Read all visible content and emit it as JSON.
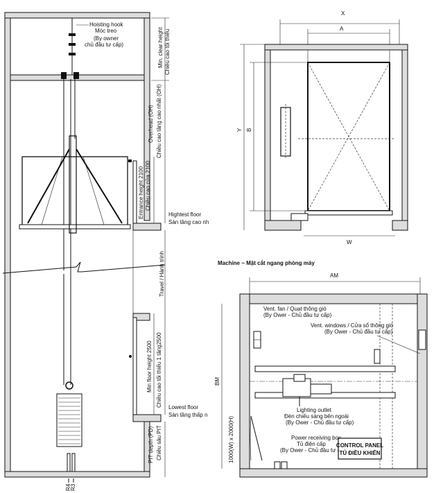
{
  "shaft_section": {
    "hoisting_hook_en": "Hoisting hook",
    "hoisting_hook_vi": "Móc treo",
    "hook_owner_en": "(By owner",
    "hook_owner_vi": "chủ đầu tư cấp)",
    "min_clear_height_en": "Min. clear height",
    "min_clear_height_vi": "Chiều cao tối thiểu",
    "overhead_en": "Overhead (OH)",
    "overhead_vi": "Chiều cao tầng cao nhất (OH)",
    "entrance_height_en": "Entrance height 2100",
    "entrance_height_vi": "Chiều cao cửa 2100",
    "highest_floor_en": "Hightest floor",
    "highest_floor_vi": "Sàn tầng cao nh",
    "travel": "Travel / Hành trình",
    "min_floor_height_en": "Min floor  height 2500",
    "min_floor_height_vi": "Chiều cao tối thiểu 1 tầng2500",
    "lowest_floor_en": "Lowest floor",
    "lowest_floor_vi": "Sàn tầng thấp n",
    "pit_depth_en": "PIT depth (PD)",
    "pit_depth_vi": "Chiều sâu PIT",
    "r4": "R4",
    "r3": "R3"
  },
  "plan_view": {
    "x": "X",
    "a": "A",
    "y": "Y",
    "b": "B",
    "w": "W"
  },
  "machine_room": {
    "title": "Machine ~ Mặt cắt ngang phòng máy",
    "am": "AM",
    "bm": "BM",
    "vent_fan_en": "Vent. fan / Quạt thông gió",
    "vent_fan_owner": "(By Ower - Chủ đầu tư cấp)",
    "vent_windows_en": "Vent. windows / Cửa sổ thông gió",
    "vent_windows_owner": "(By Ower - Chủ đầu tư cấp)",
    "lighting_en": "Lighting outlet",
    "lighting_vi": "Đèn chiếu sáng bên ngoài",
    "lighting_owner": "(By Ower - Chủ đầu tư cấp)",
    "power_box_en": "Power receiving box",
    "power_box_vi": "Tủ điện cấp",
    "power_box_owner": "(By Ower - Chủ đầu tư cấp)",
    "door_size": "1000(W) x 2000(H)",
    "control_panel_en": "CONTROL PANEL",
    "control_panel_vi": "TỦ ĐIỀU KHIỂN"
  }
}
